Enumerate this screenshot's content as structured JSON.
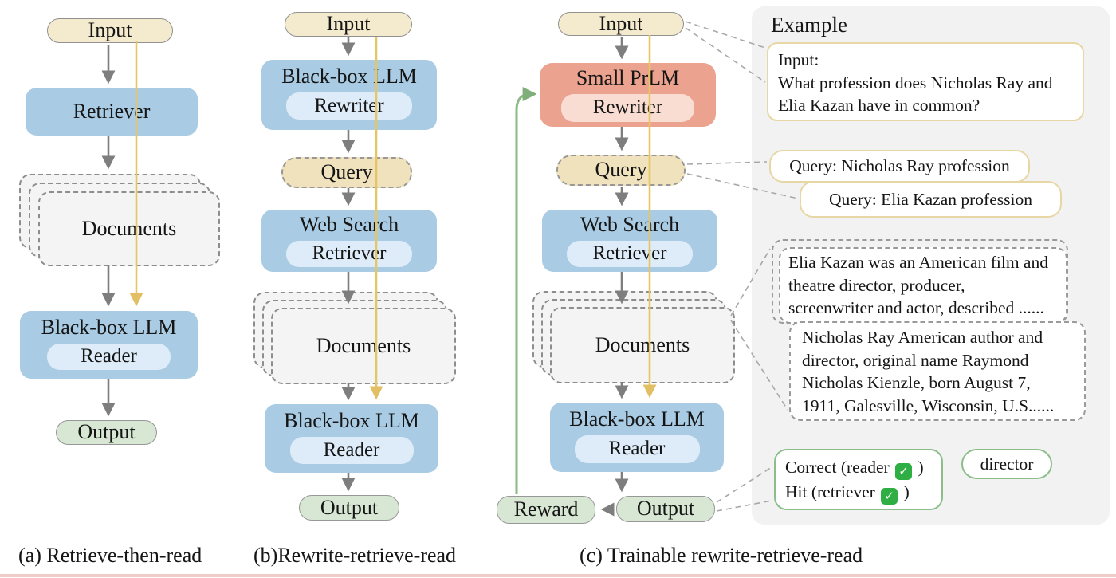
{
  "diagram": {
    "columns": {
      "a": {
        "caption": "(a) Retrieve-then-read",
        "input": "Input",
        "retriever": "Retriever",
        "documents": "Documents",
        "llm": "Black-box LLM",
        "reader": "Reader",
        "output": "Output"
      },
      "b": {
        "caption": "(b)Rewrite-retrieve-read",
        "input": "Input",
        "llm": "Black-box LLM",
        "rewriter": "Rewriter",
        "query": "Query",
        "web_search": "Web Search",
        "retriever": "Retriever",
        "documents": "Documents",
        "llm2": "Black-box LLM",
        "reader": "Reader",
        "output": "Output"
      },
      "c": {
        "caption": "(c) Trainable rewrite-retrieve-read",
        "input": "Input",
        "small_prlm": "Small PrLM",
        "rewriter": "Rewriter",
        "query": "Query",
        "web_search": "Web Search",
        "retriever": "Retriever",
        "documents": "Documents",
        "llm": "Black-box LLM",
        "reader": "Reader",
        "output": "Output",
        "reward": "Reward"
      }
    },
    "example": {
      "title": "Example",
      "input_box": {
        "line1": "Input:",
        "line2": "What profession does Nicholas Ray and",
        "line3": "Elia Kazan have in common?"
      },
      "query1": "Query: Nicholas Ray profession",
      "query2": "Query: Elia Kazan profession",
      "doc1": {
        "line1": "Elia Kazan was an American film and",
        "line2": "theatre director, producer,",
        "line3": "screenwriter and actor, described  ......"
      },
      "doc2": {
        "line1": "Nicholas Ray American author and",
        "line2": "director, original name Raymond",
        "line3": "Nicholas Kienzle, born August 7,",
        "line4": "1911, Galesville, Wisconsin, U.S......"
      },
      "result": {
        "line1_prefix": "Correct (reader",
        "line1_suffix": ")",
        "line2_prefix": "Hit (retriever",
        "line2_suffix": ")",
        "check_icon": "✓"
      },
      "answer": "director"
    },
    "colors": {
      "node_tan": "#f4eacd",
      "node_blue": "#a9cbe3",
      "node_red": "#eba28f",
      "node_green": "#d7e7d3",
      "inner_blue": "#ddecf8",
      "inner_pink": "#f9ddd3",
      "query_tan": "#efe2bd",
      "docs_gray": "#f4f4f4",
      "panel_gray": "#f2f2f2",
      "arrow_gray": "#7e7e7e",
      "arrow_yellow": "#e6c565",
      "arrow_green": "#8cba86",
      "example_border_tan": "#e7d7a4",
      "example_border_green": "#8cbe8a",
      "check_green": "#2fae44",
      "bottom_rule_pink": "#f1caca"
    }
  }
}
